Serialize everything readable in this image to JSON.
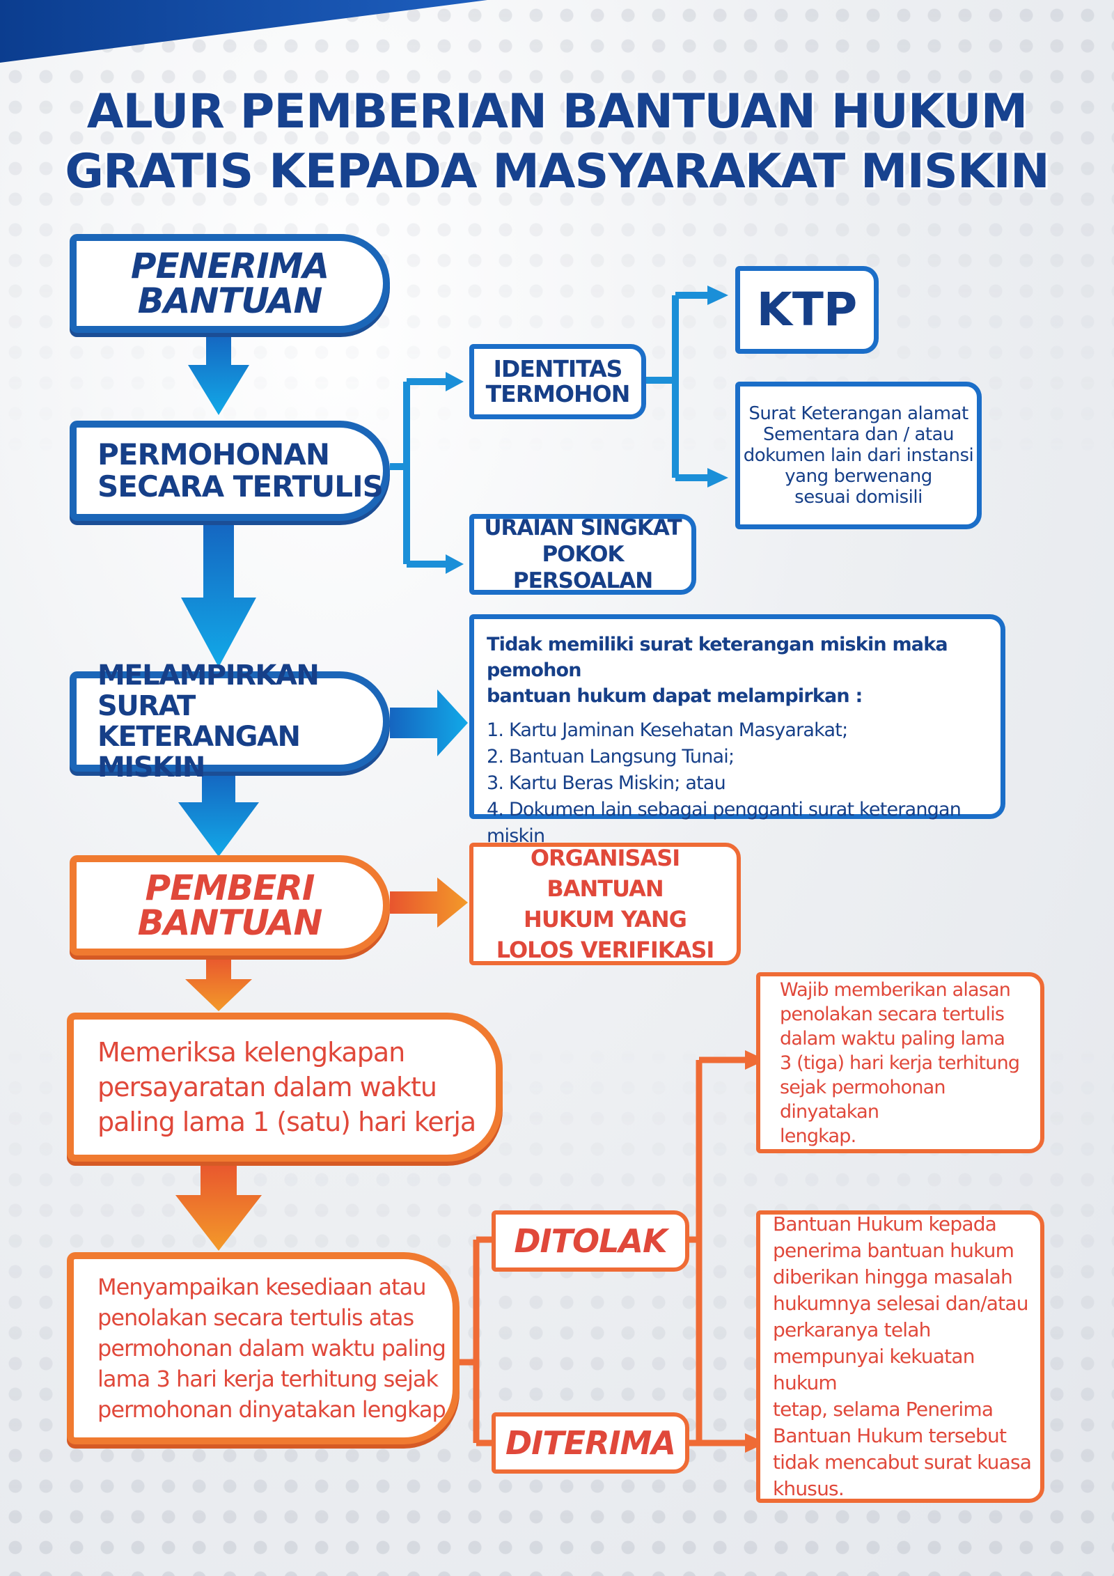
{
  "title": {
    "line1": "ALUR PEMBERIAN BANTUAN HUKUM",
    "line2": "GRATIS KEPADA MASYARAKAT MISKIN"
  },
  "penerima": {
    "line1": "PENERIMA",
    "line2": "BANTUAN"
  },
  "permohonan": {
    "line1": "PERMOHONAN",
    "line2": "SECARA TERTULIS"
  },
  "identitas": {
    "line1": "IDENTITAS",
    "line2": "TERMOHON"
  },
  "ktp": "KTP",
  "surat_keterangan": {
    "line1": "Surat Keterangan alamat",
    "line2": "Sementara dan / atau",
    "line3": "dokumen lain dari instansi",
    "line4": "yang berwenang",
    "line5": "sesuai domisili"
  },
  "uraian": {
    "line1": "URAIAN SINGKAT",
    "line2": "POKOK PERSOALAN"
  },
  "melampirkan": {
    "line1": "MELAMPIRKAN SURAT",
    "line2": "KETERANGAN MISKIN"
  },
  "tidak_memiliki": {
    "intro1": "Tidak memiliki surat keterangan miskin maka pemohon",
    "intro2": "bantuan hukum dapat melampirkan :",
    "items": [
      "1. Kartu Jaminan Kesehatan Masyarakat;",
      "2. Bantuan Langsung Tunai;",
      "3. Kartu Beras Miskin; atau",
      "4. Dokumen lain sebagai pengganti surat keterangan miskin"
    ]
  },
  "pemberi": {
    "line1": "PEMBERI",
    "line2": "BANTUAN"
  },
  "organisasi": {
    "line1": "ORGANISASI BANTUAN",
    "line2": "HUKUM YANG",
    "line3": "LOLOS VERIFIKASI"
  },
  "memeriksa": {
    "line1": "Memeriksa kelengkapan",
    "line2": "persayaratan dalam waktu",
    "line3": "paling lama 1 (satu) hari kerja"
  },
  "menyampaikan": {
    "line1": "Menyampaikan kesediaan atau",
    "line2": "penolakan secara tertulis atas",
    "line3": "permohonan dalam waktu paling",
    "line4": "lama 3 hari kerja terhitung sejak",
    "line5": "permohonan dinyatakan lengkap"
  },
  "ditolak": "DITOLAK",
  "diterima": "DITERIMA",
  "wajib": {
    "line1": "Wajib memberikan alasan",
    "line2": "penolakan secara tertulis",
    "line3": "dalam waktu paling lama",
    "line4": "3 (tiga) hari kerja terhitung",
    "line5": "sejak permohonan dinyatakan",
    "line6": "lengkap."
  },
  "bantuan_hukum": {
    "line1": "Bantuan Hukum kepada",
    "line2": "penerima bantuan hukum",
    "line3": "diberikan hingga masalah",
    "line4": "hukumnya selesai dan/atau",
    "line5": "perkaranya telah",
    "line6": "mempunyai kekuatan hukum",
    "line7": "tetap, selama Penerima",
    "line8": "Bantuan Hukum  tersebut",
    "line9": "tidak mencabut surat kuasa",
    "line10": "khusus."
  },
  "colors": {
    "navy": "#163f88",
    "blue_accent": "#1b8fd8",
    "orange": "#f07a30",
    "red": "#e0483a"
  }
}
